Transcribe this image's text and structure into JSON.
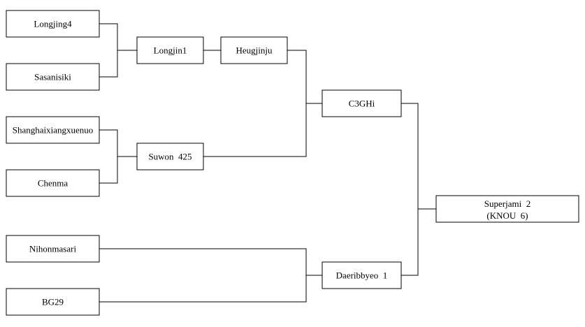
{
  "nodes": {
    "longjing4": {
      "label": "Longjing4"
    },
    "sasanisiki": {
      "label": "Sasanisiki"
    },
    "shanghai": {
      "label": "Shanghaixiangxuenuo"
    },
    "chenma": {
      "label": "Chenma"
    },
    "nihonmasari": {
      "label": "Nihonmasari"
    },
    "bg29": {
      "label": "BG29"
    },
    "longjin1": {
      "label": "Longjin1"
    },
    "suwon425": {
      "label": "Suwon  425"
    },
    "heugjinju": {
      "label": "Heugjinju"
    },
    "c3ghi": {
      "label": "C3GHi"
    },
    "daeribbyeo1": {
      "label": "Daeribbyeo  1"
    },
    "superjami2": {
      "label": "Superjami  2",
      "label2": "(KNOU  6)"
    }
  }
}
